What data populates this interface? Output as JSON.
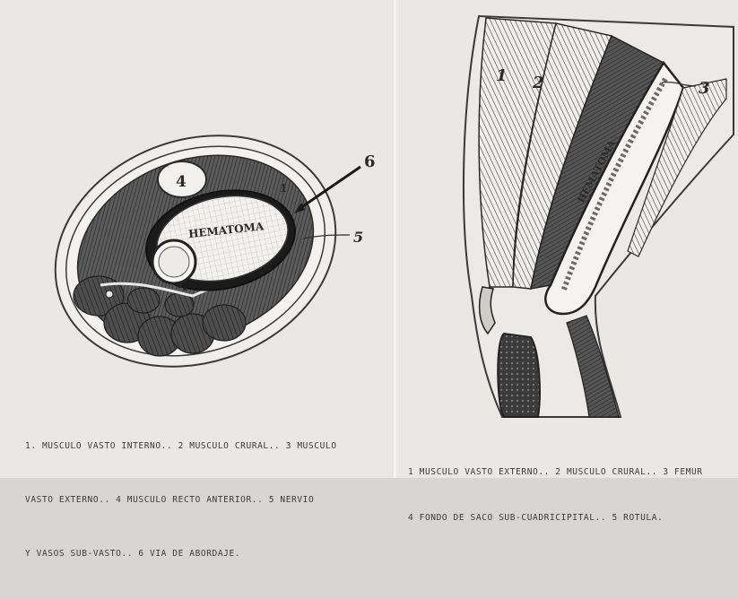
{
  "left_figure": {
    "hematoma_label": "HEMATOMA",
    "numbers": {
      "n1": "1",
      "n4": "4",
      "n5": "5",
      "n6": "6"
    },
    "caption_lines": [
      "1. MUSCULO VASTO INTERNO.. 2 MUSCULO CRURAL.. 3 MUSCULO",
      "VASTO EXTERNO.. 4 MUSCULO RECTO ANTERIOR.. 5 NERVIO",
      "Y VASOS SUB-VASTO.. 6 VIA DE ABORDAJE."
    ]
  },
  "right_figure": {
    "hematoma_label": "HEMATOMA",
    "numbers": {
      "n1": "1",
      "n2": "2",
      "n3": "3"
    },
    "caption_lines": [
      "1 MUSCULO VASTO EXTERNO.. 2 MUSCULO CRURAL.. 3 FEMUR",
      "4 FONDO DE SACO SUB-CUADRICIPITAL.. 5 ROTULA."
    ]
  }
}
